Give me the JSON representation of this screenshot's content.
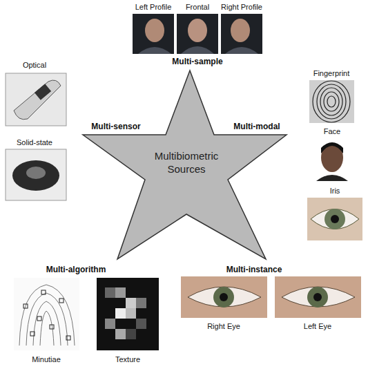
{
  "diagram": {
    "nodes": [
      {
        "text": [
          "Multibiometric Sources"
        ]
      }
    ],
    "labels": [
      "Left Profile",
      "Frontal",
      "Right Profile",
      "Multi-sample",
      "Optical",
      "Multi-sensor",
      "Solid-state",
      "Multi-modal",
      "Fingerprint",
      "Face",
      "Iris",
      "Multi-algorithm",
      "Multi-instance",
      "Minutiae",
      "Texture",
      "Right Eye",
      "Left Eye"
    ]
  }
}
